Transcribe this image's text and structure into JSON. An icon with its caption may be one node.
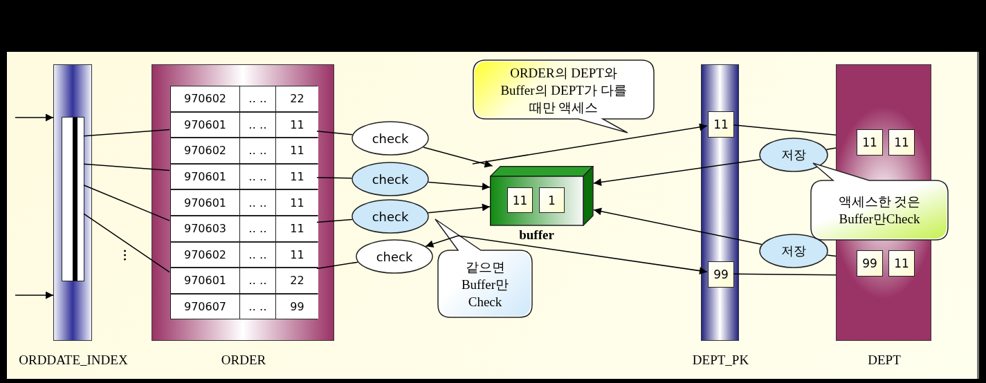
{
  "diagram": {
    "nodes": [
      {
        "text": [
          "ORDDATE_INDEX"
        ]
      },
      {
        "text": [],
        "shape": "box",
        "in": 0
      },
      {
        "text": [
          "ORDER"
        ]
      },
      {
        "text": [
          "970602",
          "‥ ‥",
          "22"
        ],
        "in": 2
      },
      {
        "text": [
          "970601",
          "‥ ‥",
          "11"
        ],
        "in": 2
      },
      {
        "text": [
          "970602",
          "‥ ‥",
          "11"
        ],
        "in": 2
      },
      {
        "text": [
          "970601",
          "‥ ‥",
          "11"
        ],
        "in": 2
      },
      {
        "text": [
          "970601",
          "‥ ‥",
          "11"
        ],
        "in": 2
      },
      {
        "text": [
          "970603",
          "‥ ‥",
          "11"
        ],
        "in": 2
      },
      {
        "text": [
          "970602",
          "‥ ‥",
          "11"
        ],
        "in": 2
      },
      {
        "text": [
          "970601",
          "‥ ‥",
          "22"
        ],
        "in": 2
      },
      {
        "text": [
          "970607",
          "‥ ‥",
          "99"
        ],
        "in": 2
      },
      {
        "text": [
          "check"
        ]
      },
      {
        "text": [
          "check"
        ]
      },
      {
        "text": [
          "check"
        ]
      },
      {
        "text": [
          "check"
        ]
      },
      {
        "text": [
          "buffer"
        ]
      },
      {
        "text": [
          "11"
        ],
        "in": 16
      },
      {
        "text": [
          "1"
        ],
        "in": 16
      },
      {
        "text": [
          "ORDER의 DEPT와 Buffer의 DEPT가 다를 때만 액세스"
        ]
      },
      {
        "text": [
          "같으면 Buffer만 Check"
        ]
      },
      {
        "text": [
          "DEPT_PK"
        ]
      },
      {
        "text": [
          "11"
        ],
        "in": 21
      },
      {
        "text": [
          "99"
        ],
        "in": 21
      },
      {
        "text": [
          "DEPT"
        ]
      },
      {
        "text": [
          "11"
        ],
        "in": 24
      },
      {
        "text": [
          "11"
        ],
        "in": 24
      },
      {
        "text": [
          "99"
        ],
        "in": 24
      },
      {
        "text": [
          "11"
        ],
        "in": 24
      },
      {
        "text": [
          "저장"
        ]
      },
      {
        "text": [
          "저장"
        ]
      },
      {
        "text": [
          "액세스한 것은 Buffer만Check"
        ]
      }
    ],
    "edges": [
      {
        "from": null,
        "to": 0,
        "arrow": "to"
      },
      {
        "from": null,
        "to": 0,
        "arrow": "to"
      },
      {
        "from": 1,
        "to": 4,
        "arrow": "none"
      },
      {
        "from": 1,
        "to": 6,
        "arrow": "none"
      },
      {
        "from": 1,
        "to": 8,
        "arrow": "none"
      },
      {
        "from": 1,
        "to": 10,
        "arrow": "none"
      },
      {
        "from": 4,
        "to": 12,
        "arrow": "none"
      },
      {
        "from": 6,
        "to": 13,
        "arrow": "none"
      },
      {
        "from": 8,
        "to": 14,
        "arrow": "none"
      },
      {
        "from": 10,
        "to": 15,
        "arrow": "none"
      },
      {
        "from": 12,
        "to": 16,
        "arrow": "to"
      },
      {
        "from": 13,
        "to": 16,
        "arrow": "to"
      },
      {
        "from": 14,
        "to": 16,
        "arrow": "to"
      },
      {
        "from": 15,
        "to": 23,
        "arrow": "both"
      },
      {
        "from": null,
        "to": 22,
        "arrow": "to"
      },
      {
        "from": 29,
        "to": 16,
        "arrow": "to"
      },
      {
        "from": 30,
        "to": 16,
        "arrow": "to"
      },
      {
        "from": 22,
        "to": 24,
        "arrow": "none"
      },
      {
        "from": 29,
        "to": 24,
        "arrow": "none"
      },
      {
        "from": 30,
        "to": 24,
        "arrow": "none"
      },
      {
        "from": 23,
        "to": 24,
        "arrow": "none"
      }
    ],
    "labels": [
      "…"
    ]
  }
}
